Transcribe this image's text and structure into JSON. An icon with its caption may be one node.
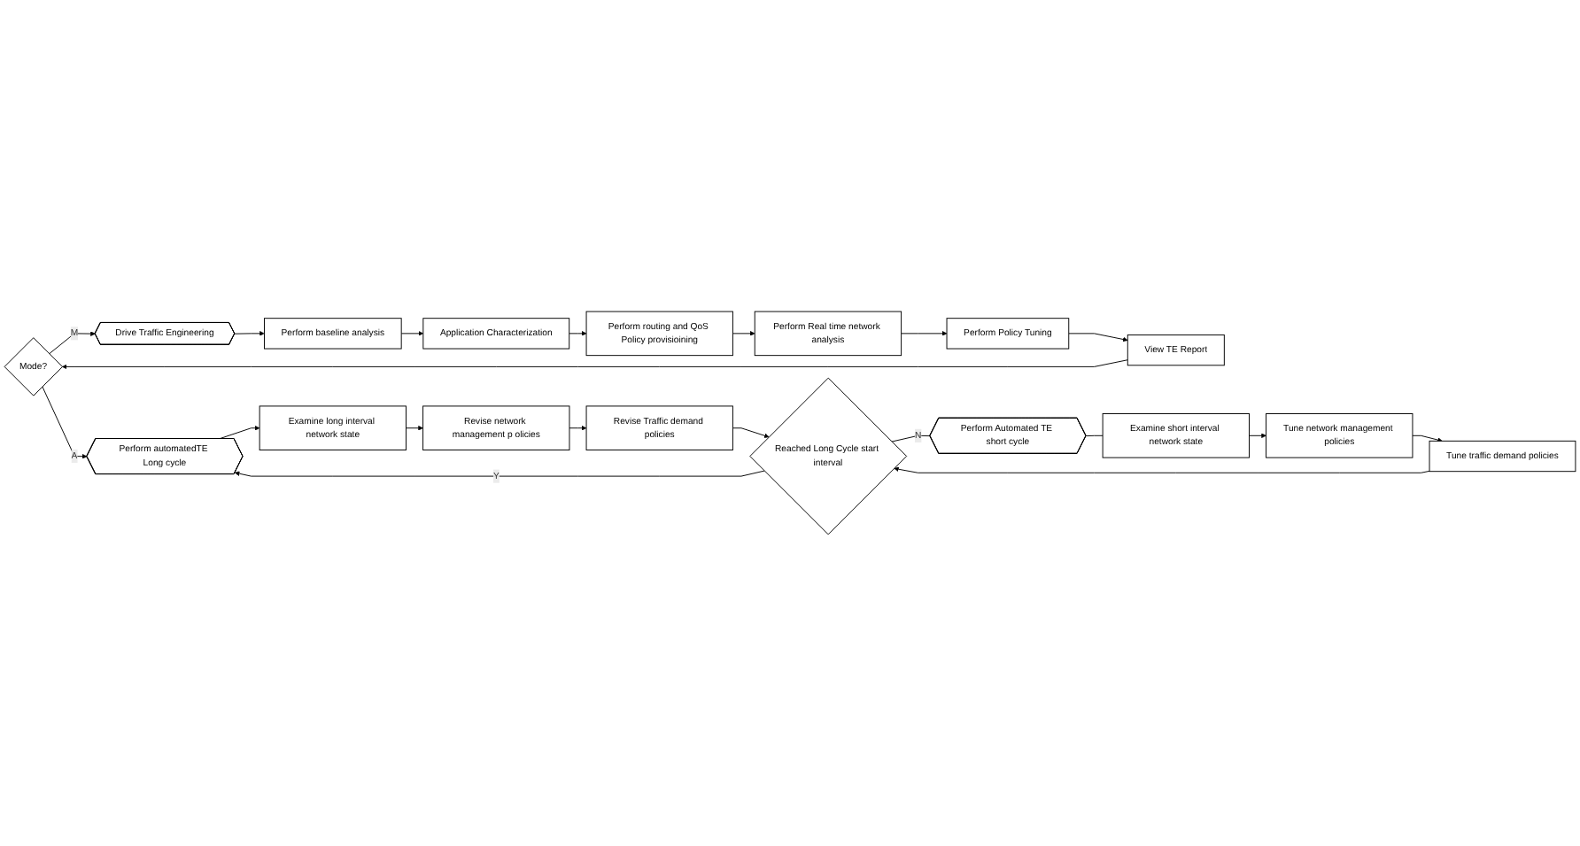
{
  "diagram": {
    "nodes": [
      {
        "text": [
          "Mode?"
        ]
      },
      {
        "text": [
          "Drive Traffic Engineering"
        ]
      },
      {
        "text": [
          "Perform baseline analysis"
        ]
      },
      {
        "text": [
          "Application Characterization"
        ]
      },
      {
        "text": [
          "Perform automatedTE Long cycle"
        ]
      },
      {
        "text": [
          "Examine long interval network state"
        ]
      },
      {
        "text": [
          "View TE Report"
        ]
      },
      {
        "text": [
          "Reached Long Cycle start interval"
        ]
      },
      {
        "text": [
          "Perform Automated TE short cycle"
        ]
      },
      {
        "text": [
          "Examine short interval network state"
        ]
      },
      {
        "text": [
          "Tune traffic demand policies"
        ]
      },
      {
        "text": [
          "Tune network management policies"
        ]
      },
      {
        "text": [
          "Revise Traffic demand policies"
        ]
      },
      {
        "text": [
          "Revise network management p olicies"
        ]
      },
      {
        "text": [
          "Perform Policy Tuning"
        ]
      },
      {
        "text": [
          "Perform Real time network analysis"
        ]
      },
      {
        "text": [
          "Perform routing and QoS Policy provisioining"
        ]
      }
    ],
    "edges": [
      {
        "from": 0,
        "to": 1,
        "arrow": "to",
        "label": "M"
      },
      {
        "from": 1,
        "to": 2,
        "arrow": "to"
      },
      {
        "from": 2,
        "to": 3,
        "arrow": "to"
      },
      {
        "from": 0,
        "to": 4,
        "arrow": "to",
        "label": "A"
      },
      {
        "from": 7,
        "to": 4,
        "arrow": "to",
        "label": "Y"
      },
      {
        "from": 4,
        "to": 5,
        "arrow": "to"
      },
      {
        "from": 7,
        "to": 8,
        "arrow": "none",
        "label": "N"
      },
      {
        "from": 8,
        "to": 9,
        "arrow": "none"
      },
      {
        "from": 9,
        "to": 11,
        "arrow": "to"
      },
      {
        "from": 11,
        "to": 10,
        "arrow": "to"
      },
      {
        "from": 10,
        "to": 7,
        "arrow": "to"
      },
      {
        "from": 5,
        "to": 13,
        "arrow": "to"
      },
      {
        "from": 13,
        "to": 12,
        "arrow": "to"
      },
      {
        "from": 12,
        "to": 7,
        "arrow": "to"
      },
      {
        "from": 3,
        "to": 16,
        "arrow": "to"
      },
      {
        "from": 16,
        "to": 15,
        "arrow": "to"
      },
      {
        "from": 15,
        "to": 14,
        "arrow": "to"
      },
      {
        "from": 14,
        "to": 6,
        "arrow": "to"
      },
      {
        "from": 6,
        "to": 0,
        "arrow": "to"
      }
    ]
  }
}
